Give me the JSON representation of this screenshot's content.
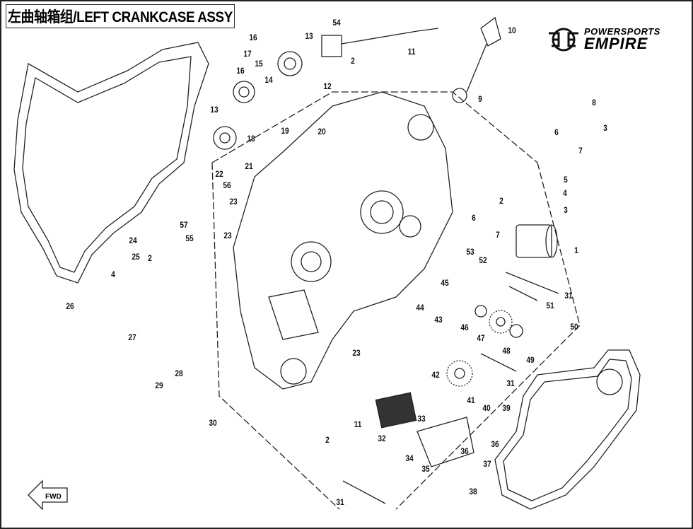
{
  "title": "左曲轴箱组/LEFT CRANKCASE ASSY",
  "logo": {
    "top": "POWERSPORTS",
    "bottom": "EMPIRE",
    "icon": "empire-wings-logo-icon"
  },
  "watermark": "POWERSPORTS EMPIRE",
  "fwd_label": "FWD",
  "callouts": [
    "16",
    "17",
    "13",
    "54",
    "10",
    "11",
    "2",
    "16",
    "15",
    "14",
    "12",
    "9",
    "8",
    "13",
    "18",
    "19",
    "20",
    "3",
    "6",
    "7",
    "21",
    "22",
    "56",
    "5",
    "4",
    "2",
    "3",
    "23",
    "24",
    "57",
    "55",
    "23",
    "25",
    "2",
    "6",
    "7",
    "1",
    "53",
    "52",
    "4",
    "45",
    "31",
    "51",
    "44",
    "26",
    "43",
    "46",
    "47",
    "50",
    "48",
    "49",
    "27",
    "23",
    "28",
    "42",
    "31",
    "29",
    "41",
    "40",
    "39",
    "33",
    "11",
    "30",
    "2",
    "32",
    "36",
    "34",
    "36",
    "37",
    "35",
    "38",
    "31"
  ]
}
